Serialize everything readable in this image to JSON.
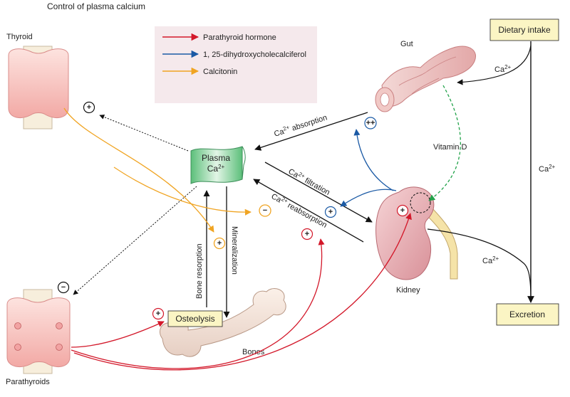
{
  "title": "Control of plasma calcium",
  "legend": [
    {
      "label": "Parathyroid hormone",
      "color": "#d3182a"
    },
    {
      "label": "1, 25-dihydroxycholecalciferol",
      "color": "#1b5aa5"
    },
    {
      "label": "Calcitonin",
      "color": "#f0a422"
    }
  ],
  "colors": {
    "pth": "#d3182a",
    "vitd": "#1b5aa5",
    "calcitonin": "#f0a422",
    "vitamin_d_path": "#22a34a",
    "box_fill": "#fbf5c4",
    "legend_bg": "#f5e9ec"
  },
  "organs": {
    "thyroid": "Thyroid",
    "parathyroids": "Parathyroids",
    "gut": "Gut",
    "kidney": "Kidney",
    "bones": "Bones",
    "plasma": "Plasma",
    "plasma_ion": "Ca",
    "plasma_sup": "2+"
  },
  "boxes": {
    "dietary_intake": "Dietary intake",
    "excretion": "Excretion",
    "osteolysis": "Osteolysis"
  },
  "flows": {
    "ca_base": "Ca",
    "ca_sup": "2+",
    "absorption": " absorption",
    "filtration": " filtration",
    "reabsorption": " reabsorption",
    "vitamin_d": "Vitamin D",
    "bone_resorption": "Bone resorption",
    "mineralization": "Mineralization"
  },
  "symbols": {
    "plus": "+",
    "minus": "−",
    "double_plus": "++"
  }
}
